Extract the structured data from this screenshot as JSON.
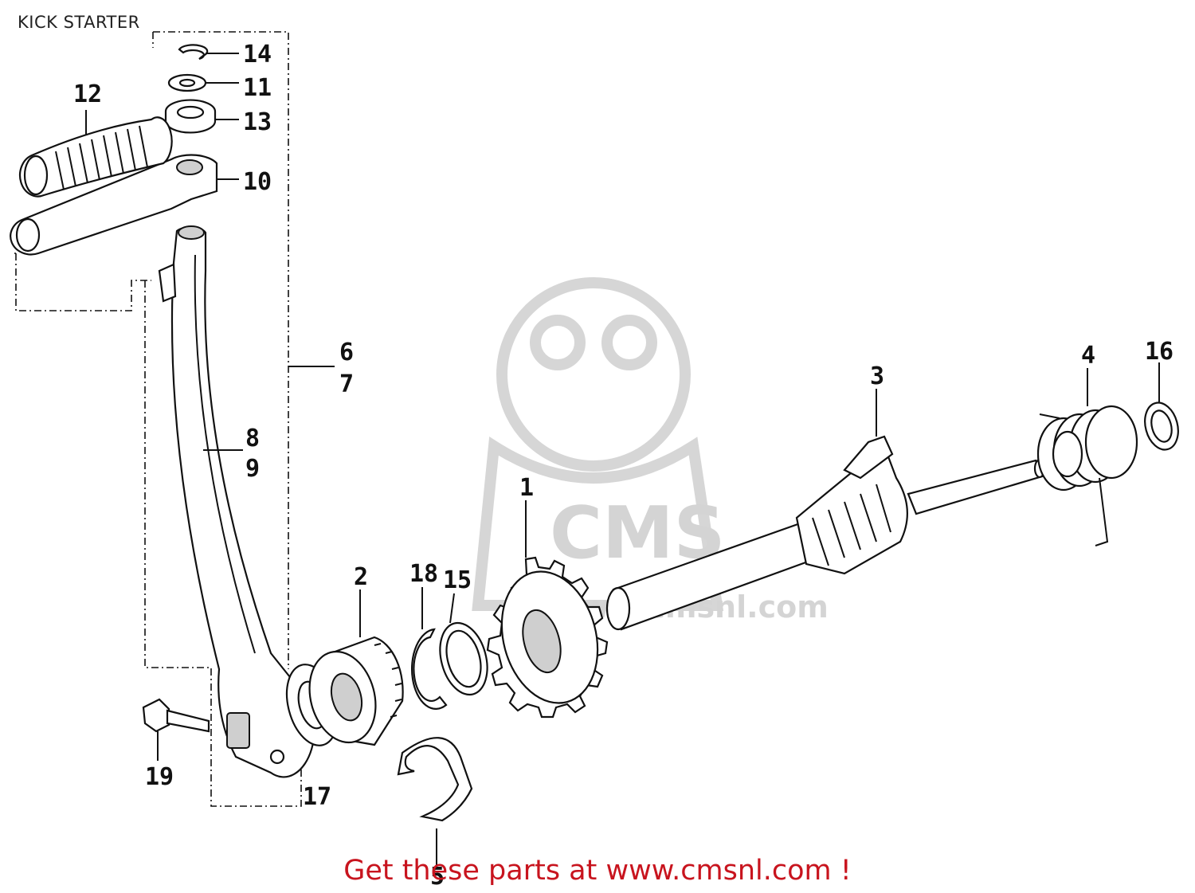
{
  "diagram": {
    "title": "KICK STARTER",
    "promo_text": "Get these parts at www.cmsnl.com !",
    "watermark_text": "CMS",
    "watermark_url": "www.cmsnl.com",
    "callouts": {
      "p1": "1",
      "p2": "2",
      "p3": "3",
      "p4": "4",
      "p5": "5",
      "p6": "6",
      "p7": "7",
      "p8": "8",
      "p9": "9",
      "p10": "10",
      "p11": "11",
      "p12": "12",
      "p13": "13",
      "p14": "14",
      "p15": "15",
      "p16": "16",
      "p17": "17",
      "p18": "18",
      "p19": "19"
    },
    "colors": {
      "promo": "#c8141e",
      "ink": "#111111",
      "watermark": "#d6d6d6"
    }
  }
}
